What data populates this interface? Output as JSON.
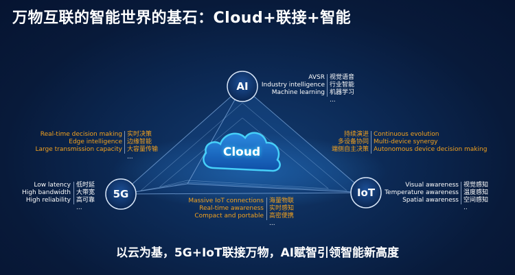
{
  "title": "万物互联的智能世界的基石：Cloud+联接+智能",
  "nodes": {
    "ai": "AI",
    "fiveg": "5G",
    "iot": "IoT",
    "cloud": "Cloud"
  },
  "ai_caps": {
    "en": [
      "AVSR",
      "Industry intelligence",
      "Machine learning"
    ],
    "cn": [
      "视觉语音",
      "行业智能",
      "机器学习",
      "..."
    ]
  },
  "edge_caps": {
    "en": [
      "Real-time decision making",
      "Edge intelligence",
      "Large transmission capacity"
    ],
    "cn": [
      "实时决策",
      "边缘智能",
      "大容量传输",
      "..."
    ]
  },
  "device_caps": {
    "cn": [
      "持续演进",
      "多设备协同",
      "端侧自主决策"
    ],
    "en": [
      "Continuous evolution",
      "Multi-device synergy",
      "Autonomous device decision making"
    ]
  },
  "fiveg_caps": {
    "en": [
      "Low latency",
      "High bandwidth",
      "High reliability"
    ],
    "cn": [
      "低时延",
      "大带宽",
      "高可靠",
      "..."
    ]
  },
  "iot_caps": {
    "en": [
      "Visual awareness",
      "Temperature awareness",
      "Spatial awareness"
    ],
    "cn": [
      "视觉感知",
      "温度感知",
      "空间感知",
      ".."
    ]
  },
  "connect_caps": {
    "en": [
      "Massive IoT connections",
      "Real-time awareness",
      "Compact and portable"
    ],
    "cn": [
      "海量物联",
      "实时感知",
      "高密便携",
      "..."
    ]
  },
  "bottom_text": "以云为基，5G+IoT联接万物，AI赋智引领智能新高度",
  "colors": {
    "accent_orange": "#f3a21e",
    "node_fill": "#0d2f66",
    "glow_cyan": "#38d6ff"
  }
}
